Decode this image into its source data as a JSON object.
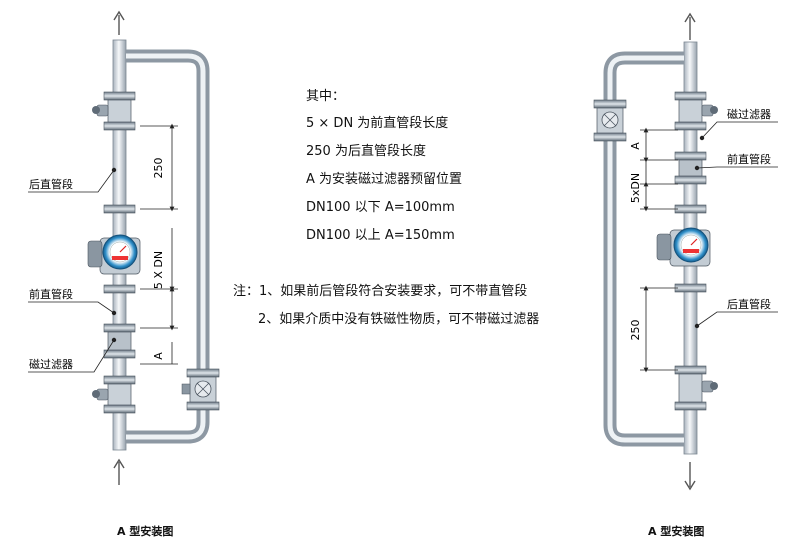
{
  "left_diagram": {
    "labels": {
      "rear_section": "后直管段",
      "front_section": "前直管段",
      "filter": "磁过滤器"
    },
    "dimensions": {
      "d250": "250",
      "d5dn": "5 X DN",
      "dA": "A"
    },
    "caption": "A 型安装图"
  },
  "right_diagram": {
    "labels": {
      "filter": "磁过滤器",
      "front_section": "前直管段",
      "rear_section": "后直管段"
    },
    "dimensions": {
      "dA": "A",
      "d5dn": "5xDN",
      "d250": "250"
    },
    "caption": "A 型安装图"
  },
  "notes": {
    "heading": "其中：",
    "lines": [
      "5 × DN 为前直管段长度",
      "250 为后直管段长度",
      "A 为安装磁过滤器预留位置",
      "DN100 以下 A=100mm",
      "DN100 以上 A=150mm"
    ],
    "remark_1": "注：1、如果前后管段符合安装要求，可不带直管段",
    "remark_2": "2、如果介质中没有铁磁性物质，可不带磁过滤器"
  }
}
